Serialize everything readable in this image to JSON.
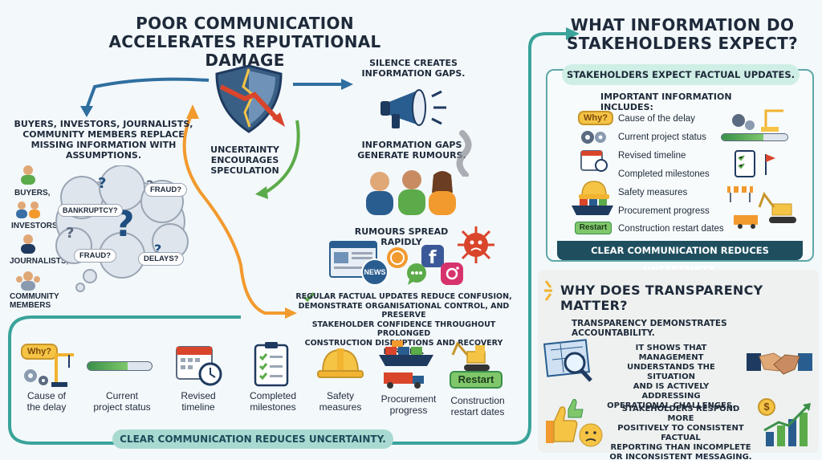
{
  "title": [
    "POOR COMMUNICATION",
    "ACCELERATES REPUTATIONAL DAMAGE"
  ],
  "right_title": [
    "WHAT INFORMATION DO",
    "STAKEHOLDERS EXPECT?"
  ],
  "left_block": {
    "text": [
      "BUYERS, INVESTORS, JOURNALISTS,",
      "COMMUNITY MEMBERS REPLACE",
      "MISSING INFORMATION WITH",
      "ASSUMPTIONS."
    ],
    "people": [
      "BUYERS,",
      "INVESTORS,",
      "JOURNALISTS,",
      "COMMUNITY",
      "MEMBERS"
    ],
    "bubbles": [
      "FRAUD?",
      "BANKRUPTCY?",
      "FRAUD?",
      "DELAYS?"
    ]
  },
  "center": {
    "uncertainty": [
      "UNCERTAINTY",
      "ENCOURAGES",
      "SPECULATION"
    ],
    "silence": [
      "SILENCE CREATES",
      "INFORMATION GAPS."
    ],
    "gaps": [
      "INFORMATION GAPS",
      "GENERATE RUMOURS."
    ],
    "rumours": "RUMOURS SPREAD RAPIDLY",
    "news": "NEWS",
    "regular": [
      "REGULAR FACTUAL UPDATES REDUCE CONFUSION,",
      "DEMONSTRATE ORGANISATIONAL CONTROL, AND PRESERVE",
      "STAKEHOLDER CONFIDENCE THROUGHOUT PROLONGED",
      "CONSTRUCTION DISRUPTIONS AND RECOVERY PERIODS."
    ]
  },
  "bottom": {
    "why": "Why?",
    "restart_btn": "Restart",
    "items": [
      [
        "Cause of",
        "the delay"
      ],
      [
        "Current",
        "project status"
      ],
      [
        "Revised",
        "timeline"
      ],
      [
        "Completed",
        "milestones"
      ],
      [
        "Safety",
        "measures"
      ],
      [
        "Procurement",
        "progress"
      ],
      [
        "Construction",
        "restart dates"
      ]
    ],
    "banner": "CLEAR COMMUNICATION REDUCES UNCERTAINTY."
  },
  "expect_panel": {
    "pill": "STAKEHOLDERS EXPECT FACTUAL UPDATES.",
    "heading": "IMPORTANT INFORMATION INCLUDES:",
    "why": "Why?",
    "restart": "Restart",
    "items": [
      "Cause of the delay",
      "Current project status",
      "Revised timeline",
      "Completed milestones",
      "Safety measures",
      "Procurement progress",
      "Construction restart dates"
    ],
    "footer": "CLEAR COMMUNICATION REDUCES UNCERTAINTY."
  },
  "transparency_panel": {
    "title": "WHY DOES TRANSPARENCY MATTER?",
    "subtitle": "TRANSPARENCY DEMONSTRATES ACCOUNTABILITY.",
    "text1": [
      "IT SHOWS THAT MANAGEMENT",
      "UNDERSTANDS THE SITUATION",
      "AND IS ACTIVELY ADDRESSING",
      "OPERATIONAL CHALLENGES."
    ],
    "text2": [
      "STAKEHOLDERS RESPOND MORE",
      "POSITIVELY TO CONSISTENT FACTUAL",
      "REPORTING THAN INCOMPLETE",
      "OR INCONSISTENT MESSAGING."
    ],
    "dollar": "$"
  },
  "colors": {
    "teal": "#2f8f93",
    "orange": "#f29a2e",
    "navy": "#1f3a5f",
    "yellow": "#f6c445",
    "green": "#5cab4a",
    "red": "#d9452b"
  }
}
